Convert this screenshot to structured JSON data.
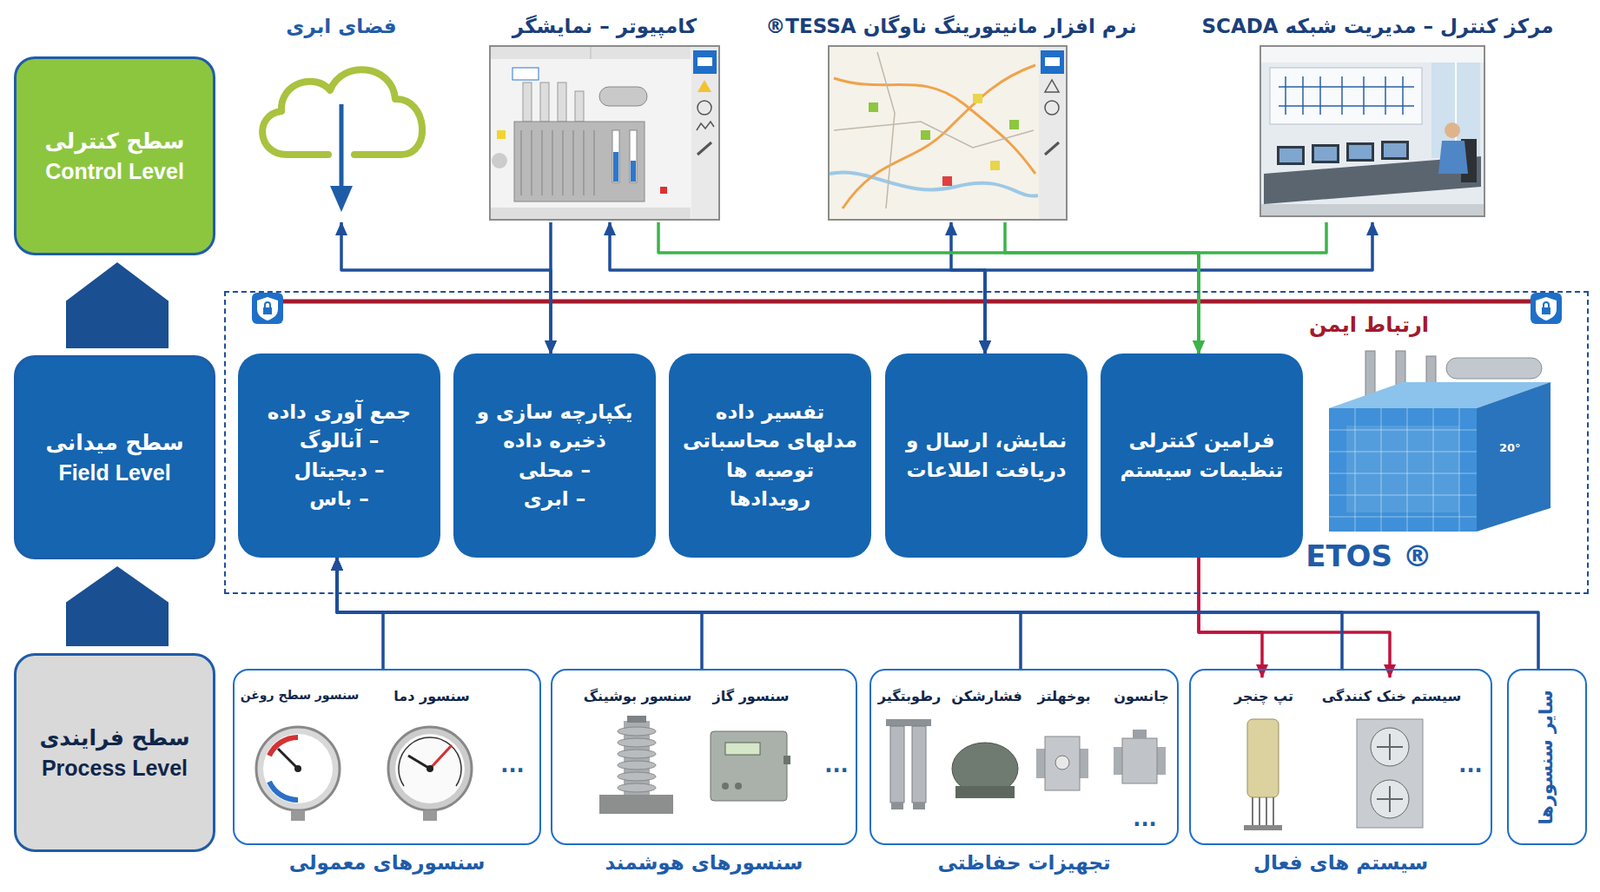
{
  "diagram": {
    "nodes": [
      {
        "text": [
          "سطح کنترلی",
          "Control Level"
        ]
      },
      {
        "text": [
          "سطح میدانی",
          "Field Level"
        ]
      },
      {
        "text": [
          "سطح فرایندی",
          "Process Level"
        ]
      },
      {
        "text": [
          "فضای ابری"
        ]
      },
      {
        "text": [
          "کامپیوتر – نمایشگر"
        ]
      },
      {
        "text": [
          "نرم افزار مانیتورینگ ناوگان TESSA®"
        ]
      },
      {
        "text": [
          "مرکز کنترل – مدیریت شبکه SCADA"
        ]
      },
      {
        "text": [
          "ارتباط ایمن",
          "ETOS ®"
        ]
      },
      {
        "text": [
          "جمع آوری داده",
          "– آنالوگ",
          "– دیجیتال",
          "– باس"
        ],
        "in": 7
      },
      {
        "text": [
          "یکپارچه سازی و ذخیره داده",
          "– محلی",
          "– ابری"
        ],
        "in": 7
      },
      {
        "text": [
          "تفسیر داده",
          "مدلهای محاسباتی",
          "توصیه ها",
          "رویدادها"
        ],
        "in": 7
      },
      {
        "text": [
          "نمایش، ارسال و دریافت اطلاعات"
        ],
        "in": 7
      },
      {
        "text": [
          "فرامین کنترلی",
          "تنظیمات سیستم"
        ],
        "in": 7
      },
      {
        "text": [
          "سنسورهای معمولی"
        ]
      },
      {
        "text": [
          "سنسور سطح روغن"
        ],
        "in": 13
      },
      {
        "text": [
          "سنسور دما"
        ],
        "in": 13
      },
      {
        "text": [
          "سنسورهای هوشمند"
        ]
      },
      {
        "text": [
          "سنسور بوشینگ"
        ],
        "in": 16
      },
      {
        "text": [
          "سنسور گاز"
        ],
        "in": 16
      },
      {
        "text": [
          "تجهیزات حفاظتی"
        ]
      },
      {
        "text": [
          "رطوبتگیر"
        ],
        "in": 19
      },
      {
        "text": [
          "فشارشکن"
        ],
        "in": 19
      },
      {
        "text": [
          "بوخهلتز"
        ],
        "in": 19
      },
      {
        "text": [
          "جانسون"
        ],
        "in": 19
      },
      {
        "text": [
          "سیستم های فعال"
        ]
      },
      {
        "text": [
          "تپ چنجر"
        ],
        "in": 24
      },
      {
        "text": [
          "سیستم خنک کنندگی"
        ],
        "in": 24
      },
      {
        "text": [
          "سایر سنسورها"
        ]
      }
    ],
    "edges": [
      {
        "from": 2,
        "to": 1,
        "arrow": "to"
      },
      {
        "from": 1,
        "to": 0,
        "arrow": "to"
      },
      {
        "from": 9,
        "to": 3,
        "arrow": "both"
      },
      {
        "from": 4,
        "to": 9,
        "arrow": "to"
      },
      {
        "from": 11,
        "to": 4,
        "arrow": "both"
      },
      {
        "from": 11,
        "to": 5,
        "arrow": "both"
      },
      {
        "from": 11,
        "to": 6,
        "arrow": "both"
      },
      {
        "from": 4,
        "to": 12,
        "arrow": "to"
      },
      {
        "from": 5,
        "to": 12,
        "arrow": "to"
      },
      {
        "from": 6,
        "to": 12,
        "arrow": "to"
      },
      {
        "from": 12,
        "to": 25,
        "arrow": "to"
      },
      {
        "from": 12,
        "to": 26,
        "arrow": "to"
      },
      {
        "from": 13,
        "to": 8,
        "arrow": "to"
      },
      {
        "from": 16,
        "to": 8,
        "arrow": "to"
      },
      {
        "from": 19,
        "to": 8,
        "arrow": "to"
      },
      {
        "from": 24,
        "to": 8,
        "arrow": "to"
      },
      {
        "from": 27,
        "to": 8,
        "arrow": "to"
      }
    ],
    "labels": [
      "...",
      "...",
      "...",
      "...",
      "20°"
    ]
  }
}
